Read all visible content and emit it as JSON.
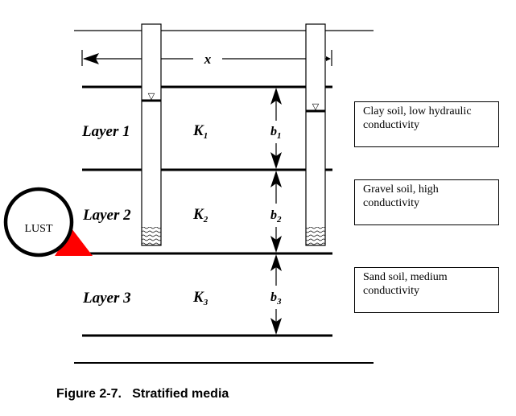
{
  "figure": {
    "caption_number": "Figure 2-7.",
    "caption_title": "Stratified media",
    "distance_label": "x"
  },
  "layers": [
    {
      "name": "Layer 1",
      "k_label": "K",
      "k_sub": "1",
      "b_label": "b",
      "b_sub": "1",
      "note": "Clay soil, low hydraulic conductivity"
    },
    {
      "name": "Layer 2",
      "k_label": "K",
      "k_sub": "2",
      "b_label": "b",
      "b_sub": "2",
      "note": "Gravel soil, high conductivity"
    },
    {
      "name": "Layer 3",
      "k_label": "K",
      "k_sub": "3",
      "b_label": "b",
      "b_sub": "3",
      "note": "Sand soil, medium conductivity"
    }
  ],
  "source": {
    "label": "LUST",
    "marker_color": "#ff0000"
  },
  "wells": [
    {
      "name": "left-well",
      "water_level_symbol": "▽"
    },
    {
      "name": "right-well",
      "water_level_symbol": "▽"
    }
  ]
}
